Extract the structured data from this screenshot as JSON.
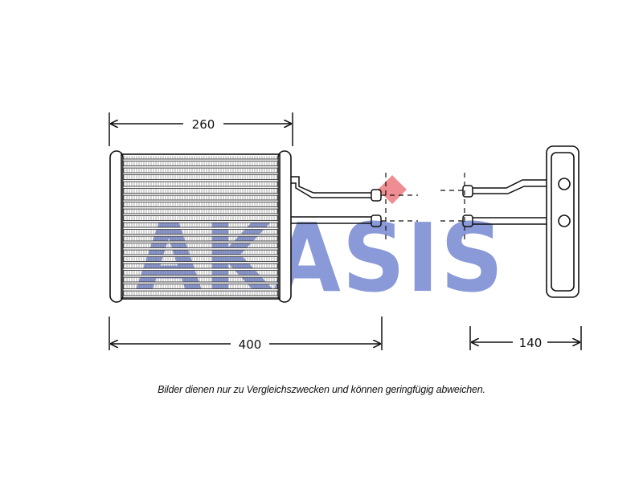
{
  "dimensions": {
    "core_height": "260",
    "overall_length": "400",
    "pipe_length": "140"
  },
  "watermark": {
    "text": "AKASIS",
    "colors": {
      "fill": "#2b46b8",
      "accent": "#e3323a"
    }
  },
  "disclaimer": "Bilder dienen nur zu Vergleichszwecken und können geringfügig abweichen."
}
